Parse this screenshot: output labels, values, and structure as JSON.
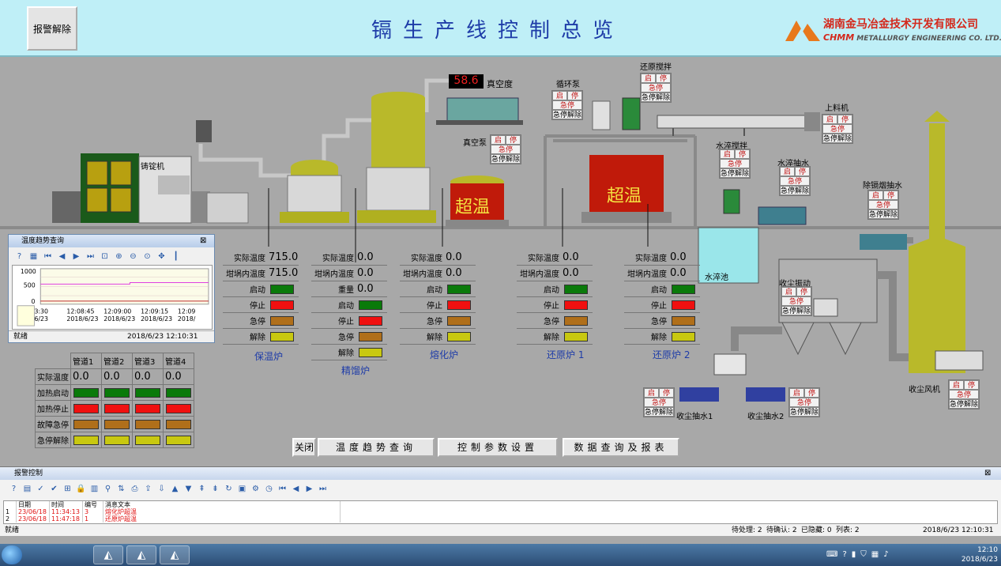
{
  "header": {
    "alarm_reset": "报警解除",
    "title": "镉生产线控制总览",
    "logo_cn": "湖南金马冶金技术开发有限公司",
    "logo_en_brand": "CHMM",
    "logo_en_rest": " METALLURGY ENGINEERING CO. LTD."
  },
  "colors": {
    "header_bg": "#bfeff7",
    "title": "#1e3ca8",
    "logo": "#d4281c",
    "overheat": "#f4e040",
    "lamp_start": "#0a7a0a",
    "lamp_stop": "#f01010",
    "lamp_estop": "#b06f1a",
    "lamp_release": "#c8c810"
  },
  "process": {
    "vacuum_value": "58.6",
    "vacuum_label": "真空度",
    "vacuum_pump_label": "真空泵",
    "casting_machine": "铸锭机",
    "circulation_pump": "循环泵",
    "reduction_stir": "还原搅拌",
    "feeder": "上料机",
    "water_quench_stir": "水淬搅拌",
    "water_quench_pump": "水淬抽水",
    "cd_dust_pump": "除镉烟抽水",
    "water_pool": "水淬池",
    "dust_vibrate": "收尘振动",
    "dust_pump_1": "收尘抽水1",
    "dust_pump_2": "收尘抽水2",
    "dust_fan": "收尘风机",
    "overheat_1": "超温",
    "overheat_2": "超温"
  },
  "controls": {
    "start": "启",
    "stop": "停",
    "estop": "急停",
    "estop_release": "急停解除"
  },
  "furnaces": [
    {
      "name": "保温炉",
      "rows": [
        {
          "label": "实际温度",
          "value": "715.0"
        },
        {
          "label": "坩埚内温度",
          "value": "715.0"
        },
        {
          "label": "启动",
          "lamp": "g"
        },
        {
          "label": "停止",
          "lamp": "r"
        },
        {
          "label": "急停",
          "lamp": "o"
        },
        {
          "label": "解除",
          "lamp": "y"
        }
      ]
    },
    {
      "name": "精馏炉",
      "rows": [
        {
          "label": "实际温度",
          "value": "0.0"
        },
        {
          "label": "坩埚内温度",
          "value": "0.0"
        },
        {
          "label": "重量",
          "value": "0.0"
        },
        {
          "label": "启动",
          "lamp": "g"
        },
        {
          "label": "停止",
          "lamp": "r"
        },
        {
          "label": "急停",
          "lamp": "o"
        },
        {
          "label": "解除",
          "lamp": "y"
        }
      ]
    },
    {
      "name": "熔化炉",
      "rows": [
        {
          "label": "实际温度",
          "value": "0.0"
        },
        {
          "label": "坩埚内温度",
          "value": "0.0"
        },
        {
          "label": "启动",
          "lamp": "g"
        },
        {
          "label": "停止",
          "lamp": "r"
        },
        {
          "label": "急停",
          "lamp": "o"
        },
        {
          "label": "解除",
          "lamp": "y"
        }
      ]
    },
    {
      "name": "还原炉 1",
      "rows": [
        {
          "label": "实际温度",
          "value": "0.0"
        },
        {
          "label": "坩埚内温度",
          "value": "0.0"
        },
        {
          "label": "启动",
          "lamp": "g"
        },
        {
          "label": "停止",
          "lamp": "r"
        },
        {
          "label": "急停",
          "lamp": "o"
        },
        {
          "label": "解除",
          "lamp": "y"
        }
      ]
    },
    {
      "name": "还原炉 2",
      "rows": [
        {
          "label": "实际温度",
          "value": "0.0"
        },
        {
          "label": "坩埚内温度",
          "value": "0.0"
        },
        {
          "label": "启动",
          "lamp": "g"
        },
        {
          "label": "停止",
          "lamp": "r"
        },
        {
          "label": "急停",
          "lamp": "o"
        },
        {
          "label": "解除",
          "lamp": "y"
        }
      ]
    }
  ],
  "pipes": {
    "headers": [
      "管道1",
      "管道2",
      "管道3",
      "管道4"
    ],
    "temp_label": "实际温度",
    "temps": [
      "0.0",
      "0.0",
      "0.0",
      "0.0"
    ],
    "rows": [
      {
        "label": "加热启动",
        "lamp": "g"
      },
      {
        "label": "加热停止",
        "lamp": "r"
      },
      {
        "label": "故障急停",
        "lamp": "o"
      },
      {
        "label": "急停解除",
        "lamp": "y"
      }
    ]
  },
  "trend_window": {
    "title": "温度趋势查询",
    "close": "⊠",
    "y_ticks": [
      "1000",
      "500",
      "0"
    ],
    "x_ticks": [
      {
        "time": "3:30",
        "date": "6/23"
      },
      {
        "time": "12:08:45",
        "date": "2018/6/23"
      },
      {
        "time": "12:09:00",
        "date": "2018/6/23"
      },
      {
        "time": "12:09:15",
        "date": "2018/6/23"
      },
      {
        "time": "12:09",
        "date": "2018/"
      }
    ],
    "status_left": "就绪",
    "status_right": "2018/6/23  12:10:31"
  },
  "buttons": {
    "close": "关闭",
    "trend": "温度趋势查询",
    "params": "控制参数设置",
    "report": "数据查询及报表"
  },
  "alarm_panel": {
    "title": "报警控制",
    "close": "⊠",
    "columns": [
      "日期",
      "时间",
      "编号",
      "消息文本"
    ],
    "rows": [
      {
        "idx": "1",
        "date": "23/06/18",
        "time": "11:34:13",
        "num": "3",
        "text": "熔化炉超温"
      },
      {
        "idx": "2",
        "date": "23/06/18",
        "time": "11:47:18",
        "num": "1",
        "text": "还原炉超温"
      }
    ],
    "status_left": "就绪",
    "pending": "待处理: 2",
    "to_confirm": "待确认: 2",
    "hidden": "已隐藏: 0",
    "list": "列表: 2",
    "datetime": "2018/6/23  12:10:31"
  },
  "taskbar": {
    "time": "12:10",
    "date": "2018/6/23"
  }
}
